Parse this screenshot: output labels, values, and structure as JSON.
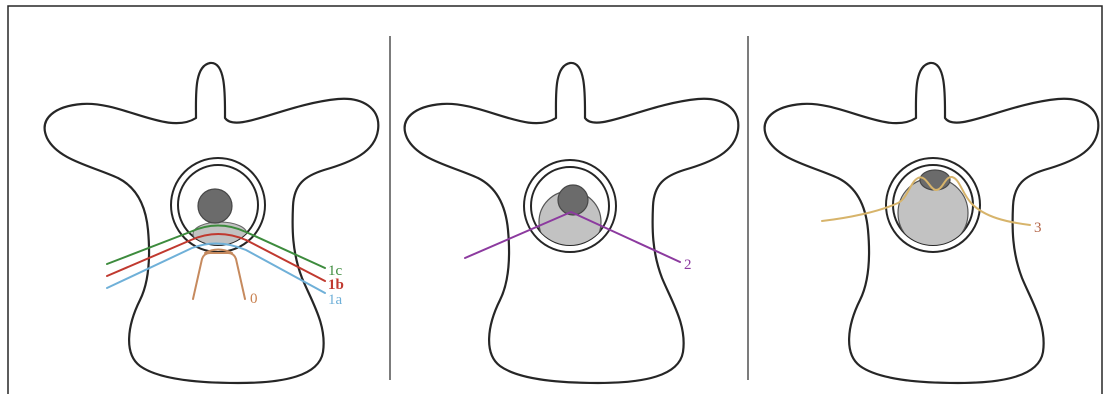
{
  "colors": {
    "outline": "#262626",
    "divider": "#5c5c5c",
    "cord": "#6b6b6b",
    "canal_fill": "#c2c2c2",
    "region_edge": "#555555"
  },
  "panels": [
    {
      "lines": [
        {
          "label": "1c",
          "color": "#3d8b3d",
          "label_color": "#3d8b3d"
        },
        {
          "label": "1b",
          "color": "#c0392f",
          "label_color": "#c0392f"
        },
        {
          "label": "1a",
          "color": "#6fb0d8",
          "label_color": "#6fb0d8"
        },
        {
          "label": "0",
          "color": "#c68a5e",
          "label_color": "#c8804f"
        }
      ]
    },
    {
      "lines": [
        {
          "label": "2",
          "color": "#8c3a9f",
          "label_color": "#8c3a9f"
        }
      ]
    },
    {
      "lines": [
        {
          "label": "3",
          "color": "#d7b46b",
          "label_color": "#b4674a"
        }
      ]
    }
  ]
}
